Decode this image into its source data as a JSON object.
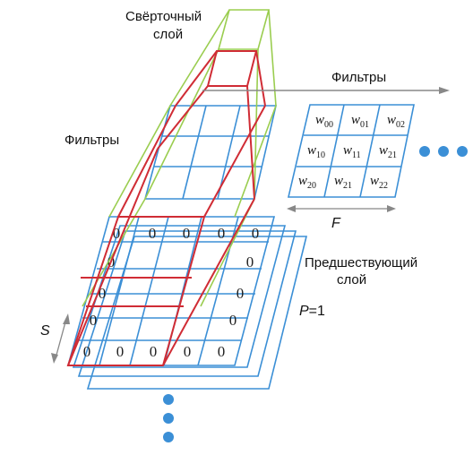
{
  "labels": {
    "conv_layer_line1": "Свёрточный",
    "conv_layer_line2": "слой",
    "filters_top": "Фильтры",
    "filters_left": "Фильтры",
    "prev_layer_line1": "Предшествующий",
    "prev_layer_line2": "слой",
    "padding_var": "P",
    "padding_eq": "=1",
    "stride": "S",
    "filter_size": "F"
  },
  "weights": [
    [
      {
        "base": "w",
        "sub": "00"
      },
      {
        "base": "w",
        "sub": "01"
      },
      {
        "base": "w",
        "sub": "02"
      }
    ],
    [
      {
        "base": "w",
        "sub": "10"
      },
      {
        "base": "w",
        "sub": "11"
      },
      {
        "base": "w",
        "sub": "21"
      }
    ],
    [
      {
        "base": "w",
        "sub": "20"
      },
      {
        "base": "w",
        "sub": "21"
      },
      {
        "base": "w",
        "sub": "22"
      }
    ]
  ],
  "padding_value": "0",
  "colors": {
    "grid": "#3b8fd6",
    "receptive_field": "#d02c35",
    "projection": "#9acd4f",
    "ellipsis_dots": "#3b8fd6"
  }
}
